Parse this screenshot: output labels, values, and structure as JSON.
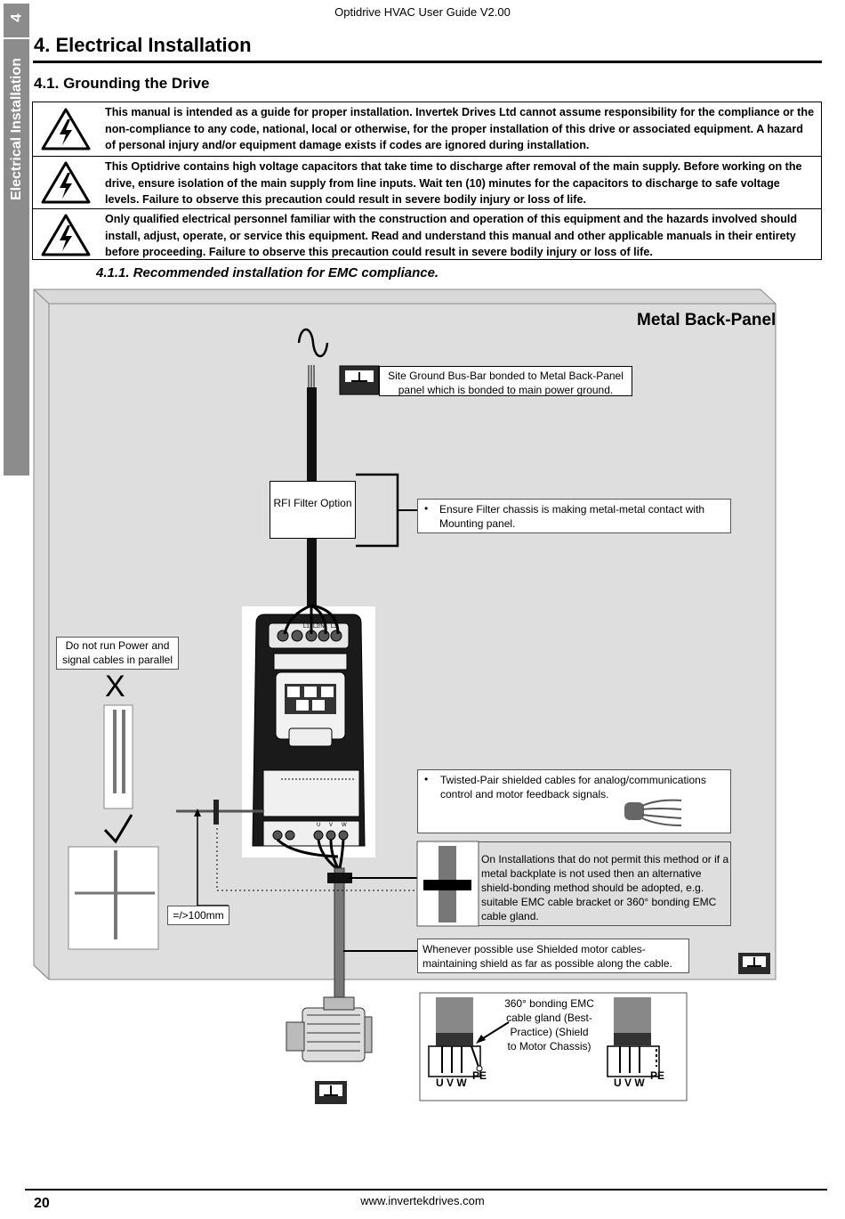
{
  "header": {
    "title": "Optidrive HVAC User Guide V2.00"
  },
  "side_tab": {
    "number": "4",
    "label": "Electrical Installation"
  },
  "section": {
    "heading": "4.  Electrical Installation",
    "subheading": "4.1. Grounding the Drive",
    "subsubheading": "4.1.1. Recommended installation for EMC compliance."
  },
  "warnings": [
    {
      "icon": "high-voltage-warning-icon",
      "text": "This manual is intended as a guide for proper installation. Invertek Drives Ltd cannot assume responsibility for the compliance or the non-compliance to any code, national, local or otherwise, for the proper installation of this drive or associated equipment. A hazard of personal injury and/or equipment damage exists if codes are ignored during installation."
    },
    {
      "icon": "high-voltage-warning-icon",
      "text": "This Optidrive contains high voltage capacitors that take time to discharge after removal of the main supply. Before working on the drive, ensure isolation of the main supply from line inputs. Wait ten (10) minutes for the capacitors to discharge to safe voltage levels. Failure to observe this precaution could result in severe bodily injury or loss of life."
    },
    {
      "icon": "high-voltage-warning-icon",
      "text": "Only qualified electrical personnel familiar with the construction and operation of this equipment and the hazards involved should install, adjust, operate, or service this equipment. Read and understand this manual and other applicable manuals in their entirety before proceeding. Failure to observe this precaution could result in severe bodily injury or loss of life."
    }
  ],
  "diagram": {
    "panel_title": "Metal Back-Panel",
    "ground_busbar": "Site Ground Bus-Bar bonded to Metal Back-Panel panel which is bonded to main power ground.",
    "rfi_filter": "RFI Filter Option",
    "filter_note": "Ensure Filter chassis is making metal-metal contact with Mounting panel.",
    "parallel_note": "Do not run Power and signal cables in parallel",
    "bad_mark": "X",
    "twisted_pair_note": "Twisted-Pair shielded cables for analog/communications control and motor feedback signals.",
    "shield_bonding_note": "On Installations that do not permit this method or if a metal backplate is not used then an alternative shield-bonding method should be adopted, e.g. suitable EMC cable bracket or 360° bonding EMC cable gland.",
    "distance_label": "=/>100mm",
    "shielded_cable_note": "Whenever possible use Shielded motor cables- maintaining shield as far as possible along the cable.",
    "gland_note": "360° bonding EMC cable gland (Best-Practice) (Shield to Motor Chassis)",
    "gland_terminals": "U V W",
    "gland_pe": "PE",
    "drive_terminal_labels": [
      "L1",
      "L2/N",
      "L3"
    ],
    "drive_output_labels": [
      "U",
      "V",
      "W"
    ]
  },
  "footer": {
    "page_number": "20",
    "url": "www.invertekdrives.com"
  }
}
